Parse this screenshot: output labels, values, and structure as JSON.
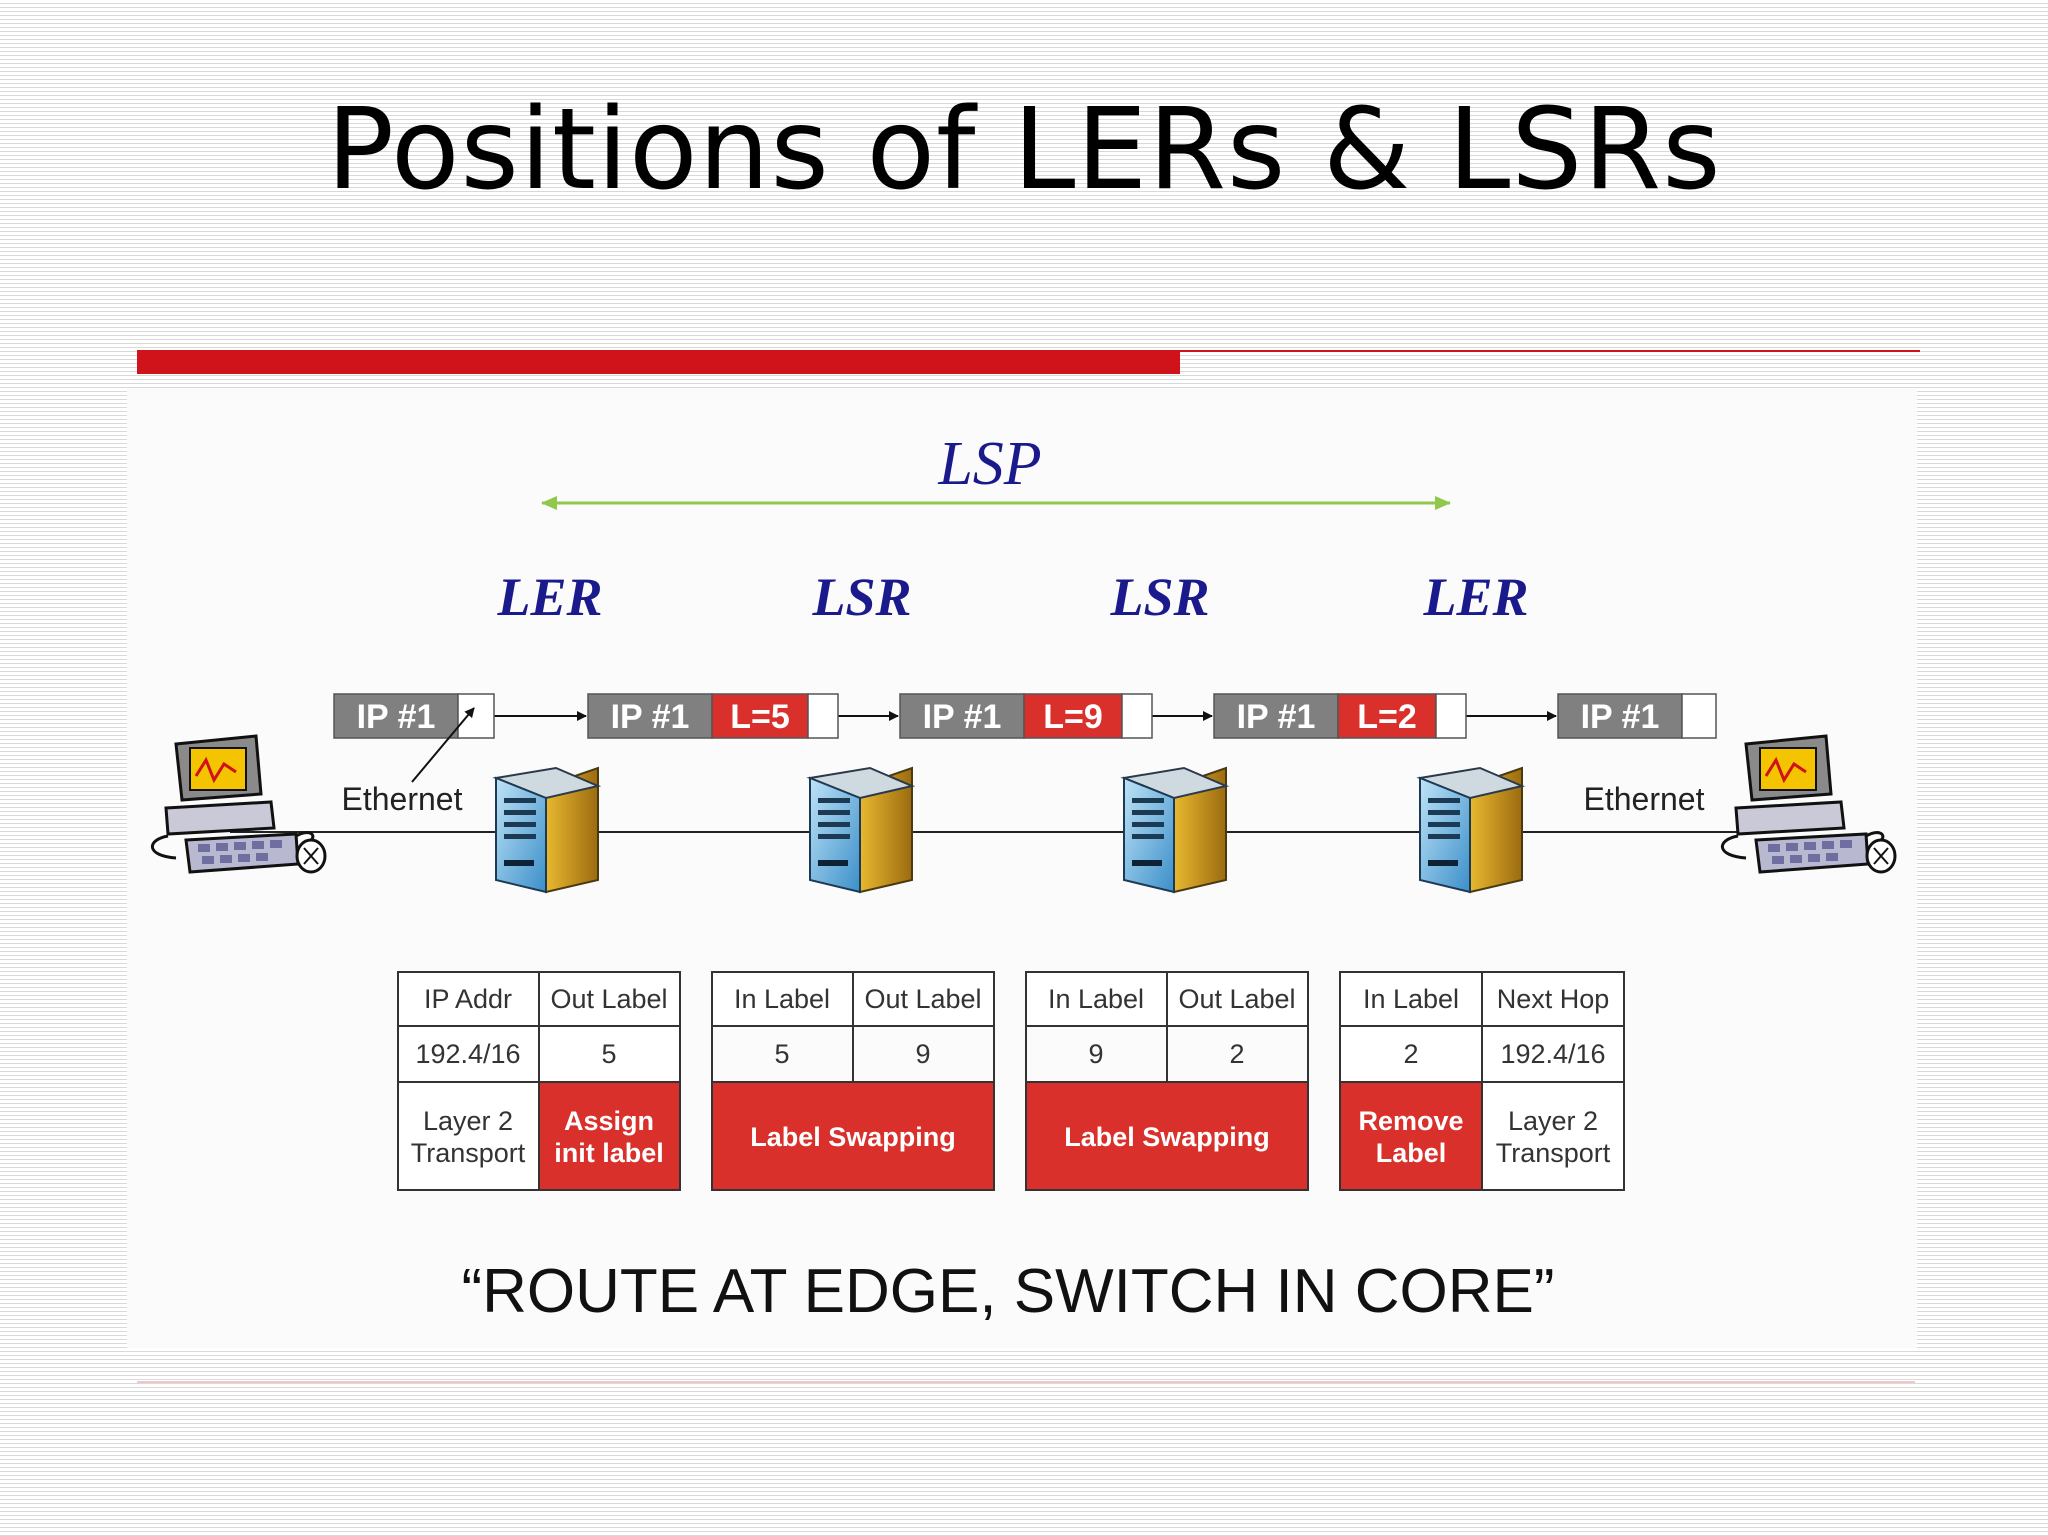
{
  "title": "Positions of LERs & LSRs",
  "diagram": {
    "lsp_label": "LSP",
    "nodes": [
      {
        "label": "LER"
      },
      {
        "label": "LSR"
      },
      {
        "label": "LSR"
      },
      {
        "label": "LER"
      }
    ],
    "ethernet_labels": [
      "Ethernet",
      "Ethernet"
    ],
    "packets": [
      {
        "ip": "IP #1",
        "label": ""
      },
      {
        "ip": "IP #1",
        "label": "L=5"
      },
      {
        "ip": "IP #1",
        "label": "L=9"
      },
      {
        "ip": "IP #1",
        "label": "L=2"
      },
      {
        "ip": "IP #1",
        "label": ""
      }
    ],
    "tables": [
      {
        "headers": [
          "IP Addr",
          "Out Label"
        ],
        "values": [
          "192.4/16",
          "5"
        ],
        "bottom_left": [
          "Layer 2",
          "Transport"
        ],
        "bottom_right": [
          "Assign",
          "init label"
        ]
      },
      {
        "headers": [
          "In Label",
          "Out Label"
        ],
        "values": [
          "5",
          "9"
        ],
        "action": "Label Swapping"
      },
      {
        "headers": [
          "In Label",
          "Out Label"
        ],
        "values": [
          "9",
          "2"
        ],
        "action": "Label Swapping"
      },
      {
        "headers": [
          "In Label",
          "Next Hop"
        ],
        "values": [
          "2",
          "192.4/16"
        ],
        "bottom_left": [
          "Remove",
          "Label"
        ],
        "bottom_right": [
          "Layer 2",
          "Transport"
        ]
      }
    ],
    "motto": "“ROUTE AT EDGE, SWITCH IN CORE”",
    "colors": {
      "accent_red": "#d0121b",
      "label_red": "#d9302b",
      "packet_gray": "#808080",
      "node_text_blue": "#1a1a8c",
      "lsp_arrow_green": "#8fc84a"
    }
  }
}
